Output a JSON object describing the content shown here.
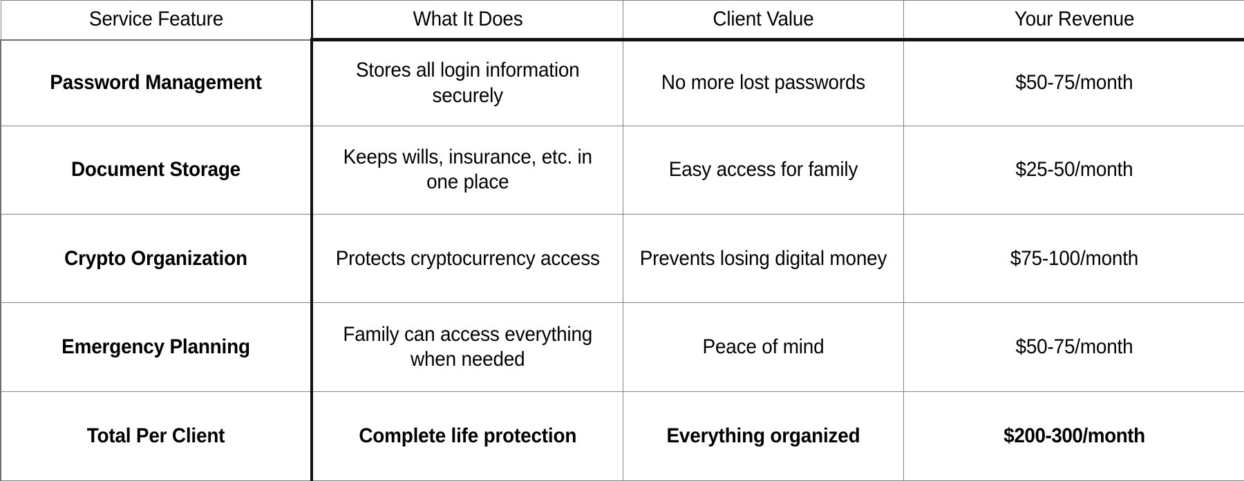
{
  "table": {
    "headers": [
      {
        "label": "Service Feature",
        "name": "header-service-feature"
      },
      {
        "label": "What It Does",
        "name": "header-what-it-does"
      },
      {
        "label": "Client Value",
        "name": "header-client-value"
      },
      {
        "label": "Your Revenue",
        "name": "header-your-revenue"
      }
    ],
    "rows": [
      {
        "feature": "Password Management",
        "what_it_does": "Stores all login information securely",
        "client_value": "No more lost passwords",
        "revenue": "$50-75/month"
      },
      {
        "feature": "Document Storage",
        "what_it_does": "Keeps wills, insurance, etc. in one place",
        "client_value": "Easy access for family",
        "revenue": "$25-50/month"
      },
      {
        "feature": "Crypto Organization",
        "what_it_does": "Protects cryptocurrency access",
        "client_value": "Prevents losing digital money",
        "revenue": "$75-100/month"
      },
      {
        "feature": "Emergency Planning",
        "what_it_does": "Family can access everything when needed",
        "client_value": "Peace of mind",
        "revenue": "$50-75/month"
      },
      {
        "feature": "Total Per Client",
        "what_it_does": "Complete life protection",
        "client_value": "Everything organized",
        "revenue": "$200-300/month"
      }
    ]
  },
  "colors": {
    "header_fill": "#bfe1f2",
    "grid_line": "#808080",
    "accent_border": "#111111",
    "text": "#000000",
    "background": "#ffffff"
  }
}
